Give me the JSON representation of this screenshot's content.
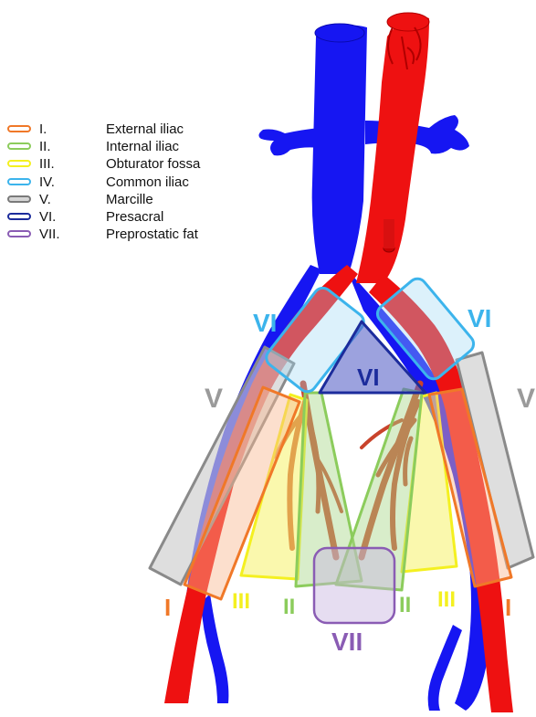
{
  "colors": {
    "vein": "#1616f2",
    "artery": "#ee1111",
    "branch": "#c9432b",
    "external_iliac": "#f07828",
    "internal_iliac": "#8ccc5c",
    "obturator_fossa": "#f4f020",
    "common_iliac": "#3cb4ec",
    "marcille": "#9a9a9a",
    "presacral": "#1c2c9c",
    "preprostatic_fat": "#8a5cb4"
  },
  "legend": [
    {
      "num": "I.",
      "label": "External iliac",
      "swatch_color": "#f07828",
      "swatch_fill": "#ffffff"
    },
    {
      "num": "II.",
      "label": "Internal iliac",
      "swatch_color": "#8ccc5c",
      "swatch_fill": "#ffffff"
    },
    {
      "num": "III.",
      "label": "Obturator fossa",
      "swatch_color": "#f4f020",
      "swatch_fill": "#ffffff"
    },
    {
      "num": "IV.",
      "label": "Common iliac",
      "swatch_color": "#3cb4ec",
      "swatch_fill": "#ffffff"
    },
    {
      "num": "V.",
      "label": "Marcille",
      "swatch_color": "#7a7a7a",
      "swatch_fill": "#d6d6d6"
    },
    {
      "num": "VI.",
      "label": "Presacral",
      "swatch_color": "#1c2c9c",
      "swatch_fill": "#ffffff"
    },
    {
      "num": "VII.",
      "label": "Preprostatic fat",
      "swatch_color": "#8a5cb4",
      "swatch_fill": "#ffffff"
    }
  ],
  "region_labels": {
    "vi_left": "VI",
    "vi_right": "VI",
    "vi_center": "VI",
    "v_left": "V",
    "v_right": "V",
    "i_left": "I",
    "i_right": "I",
    "iii_left": "III",
    "iii_right": "III",
    "ii_left": "II",
    "ii_right": "II",
    "vii": "VII"
  }
}
